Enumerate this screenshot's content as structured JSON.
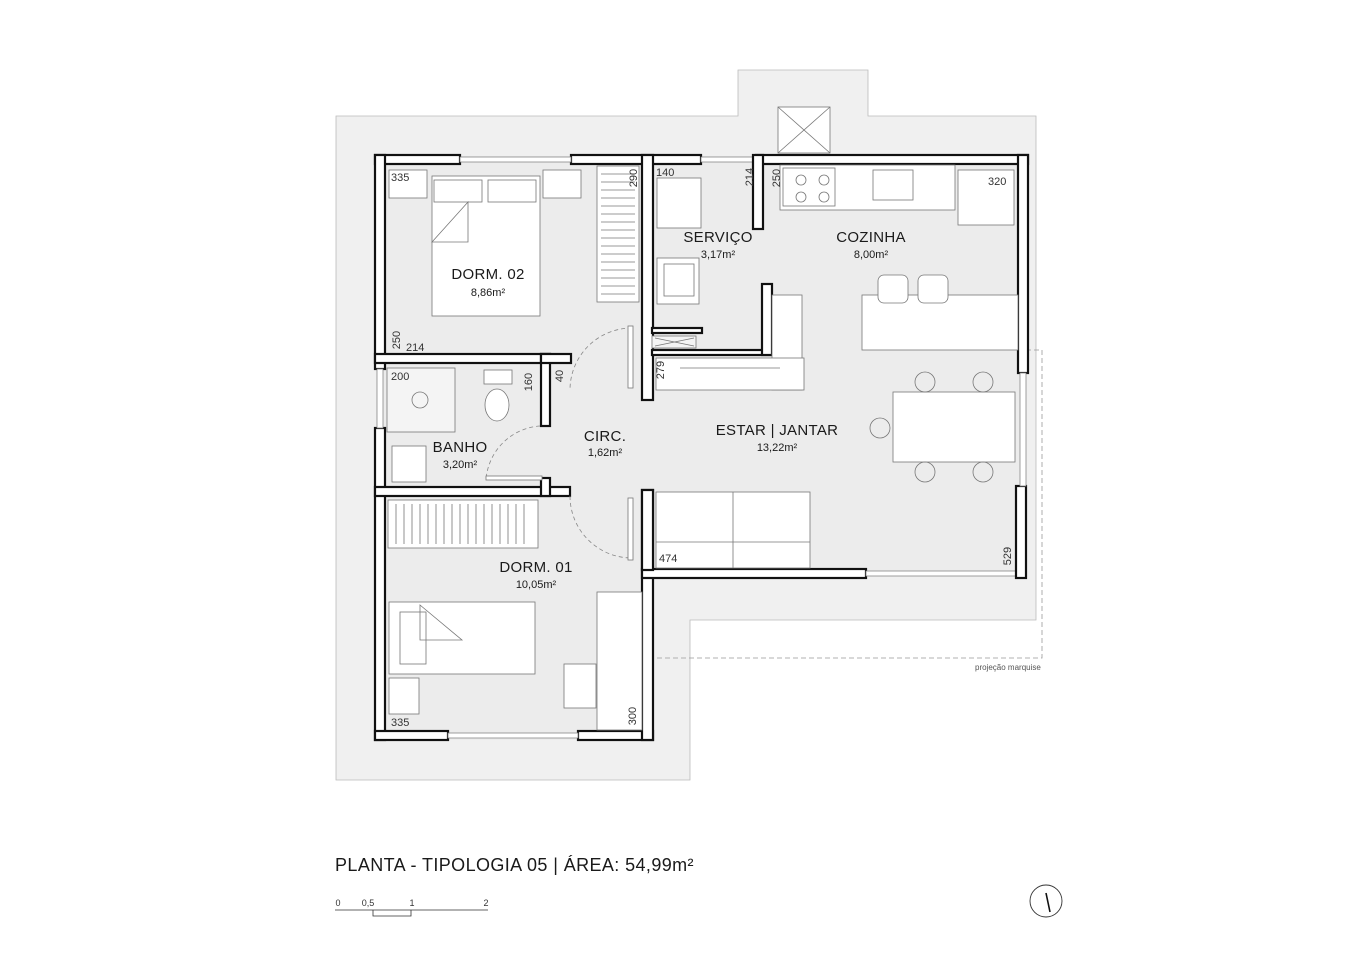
{
  "title": "PLANTA - TIPOLOGIA 05 | ÁREA: 54,99m²",
  "rooms": {
    "dorm02": {
      "name": "DORM. 02",
      "area": "8,86m²"
    },
    "servico": {
      "name": "SERVIÇO",
      "area": "3,17m²"
    },
    "cozinha": {
      "name": "COZINHA",
      "area": "8,00m²"
    },
    "banho": {
      "name": "BANHO",
      "area": "3,20m²"
    },
    "circ": {
      "name": "CIRC.",
      "area": "1,62m²"
    },
    "estar": {
      "name": "ESTAR | JANTAR",
      "area": "13,22m²"
    },
    "dorm01": {
      "name": "DORM. 01",
      "area": "10,05m²"
    }
  },
  "dimensions": {
    "d335a": "335",
    "d290": "290",
    "d140": "140",
    "d214a": "214",
    "d250a": "250",
    "d320": "320",
    "d250b": "250",
    "d214b": "214",
    "d200": "200",
    "d160": "160",
    "d40": "40",
    "d279": "279",
    "d474": "474",
    "d529": "529",
    "d300": "300",
    "d335b": "335"
  },
  "annotation": "projeção marquise",
  "scale": {
    "labels": [
      "0",
      "0,5",
      "1",
      "2"
    ]
  },
  "colors": {
    "floor": "#f0f0f0",
    "terrace": "#f0f0f0",
    "wall": "#111111"
  }
}
